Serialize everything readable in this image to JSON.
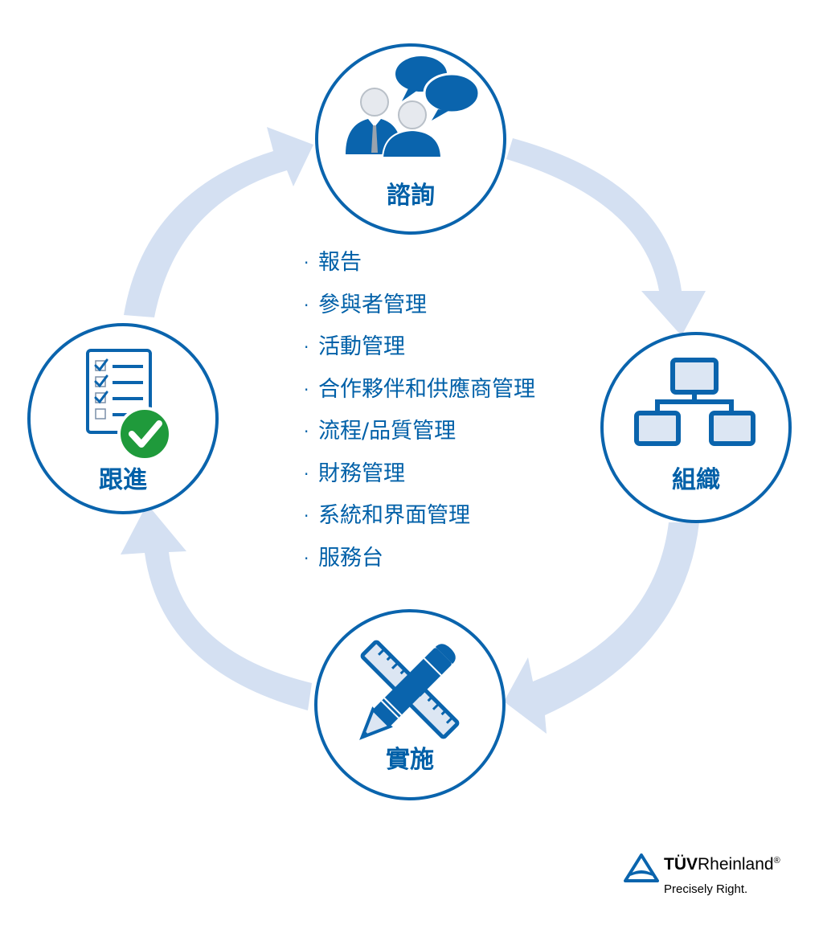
{
  "colors": {
    "primary_blue": "#0a64ad",
    "arrow_light_blue": "#d4e0f2",
    "icon_fill_light": "#dce6f3",
    "check_green": "#1f9a3b"
  },
  "nodes": {
    "consult": {
      "label": "諮詢",
      "icon": "people-speech-bubbles-icon"
    },
    "organize": {
      "label": "組織",
      "icon": "org-chart-icon"
    },
    "implement": {
      "label": "實施",
      "icon": "pencil-ruler-icon"
    },
    "follow_up": {
      "label": "跟進",
      "icon": "checklist-checkmark-icon"
    }
  },
  "services": [
    "報告",
    "參與者管理",
    "活動管理",
    "合作夥伴和供應商管理",
    "流程/品質管理",
    "財務管理",
    "系統和界面管理",
    "服務台"
  ],
  "bullet": "·",
  "logo": {
    "brand_bold": "TÜV",
    "brand_regular": "Rheinland",
    "registered": "®",
    "tagline": "Precisely Right."
  }
}
